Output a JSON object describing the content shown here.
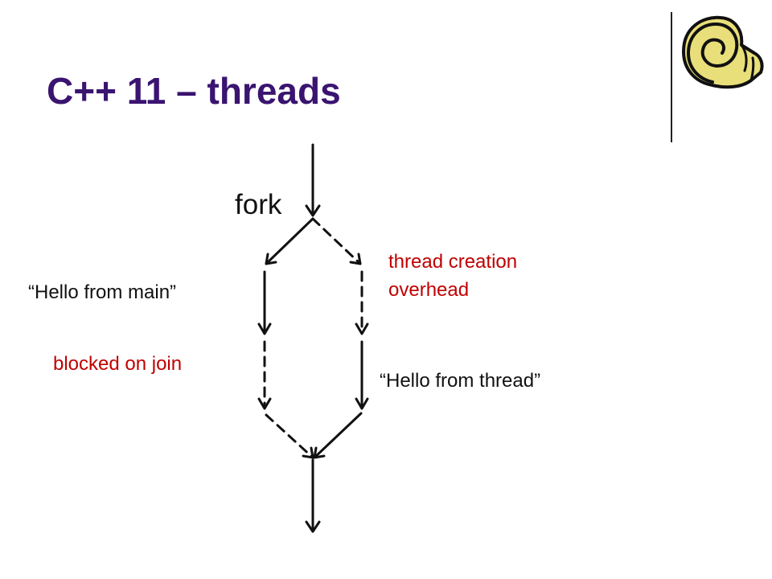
{
  "slide": {
    "title": "C++ 11 – threads",
    "logo_icon": "spiral-scroll-icon"
  },
  "diagram": {
    "fork_label": "fork",
    "main_thread_message": "“Hello from main”",
    "main_thread_state": "blocked on join",
    "new_thread_state": "thread creation overhead",
    "new_thread_state_lines": [
      "thread creation",
      "overhead"
    ],
    "new_thread_message": "“Hello from thread”"
  },
  "colors": {
    "title": "#3a1470",
    "annotation": "#c00000",
    "arrow": "#111111",
    "logo_fill": "#e8df7a"
  }
}
